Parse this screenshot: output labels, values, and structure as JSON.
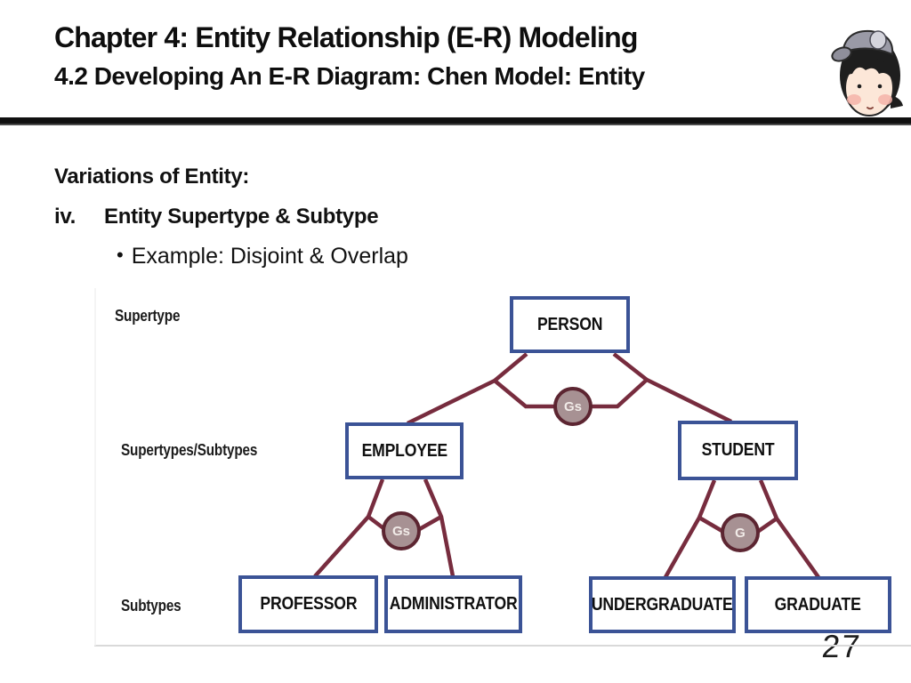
{
  "slide": {
    "title_line1": "Chapter 4: Entity Relationship (E-R) Modeling",
    "title_line2": "4.2 Developing An E-R Diagram: Chen Model: Entity",
    "page_number": "27",
    "mascot_icon": "kid-with-gray-cap-icon"
  },
  "body": {
    "heading": "Variations of Entity:",
    "list_marker": "iv.",
    "list_item": "Entity Supertype & Subtype",
    "bullet_char": "•",
    "bullet_item": "Example: Disjoint & Overlap"
  },
  "diagram": {
    "row_labels": {
      "top": "Supertype",
      "middle": "Supertypes/Subtypes",
      "bottom": "Subtypes"
    },
    "entities": {
      "person": "PERSON",
      "employee": "EMPLOYEE",
      "student": "STUDENT",
      "professor": "PROFESSOR",
      "administrator": "ADMINISTRATOR",
      "undergraduate": "UNDERGRADUATE",
      "graduate": "GRADUATE"
    },
    "connectors": {
      "person_split": "Gs",
      "employee_split": "Gs",
      "student_split": "G"
    },
    "colors": {
      "entity_border": "#3b5396",
      "connector_line": "#772c3e",
      "circle_fill": "#a79193",
      "circle_border": "#5c2531",
      "circle_text": "#f1ebe8"
    }
  }
}
